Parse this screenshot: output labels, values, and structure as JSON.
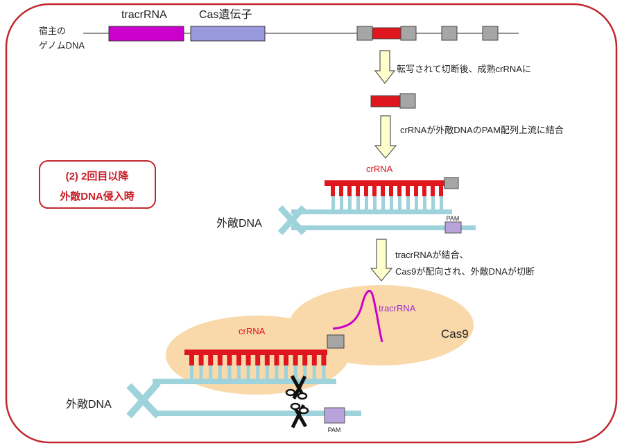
{
  "genome": {
    "label_line1": "宿主の",
    "label_line2": "ゲノムDNA",
    "tracr_label": "tracrRNA",
    "cas_label": "Cas遺伝子"
  },
  "steps": {
    "step1": "転写されて切断後、成熟crRNAに",
    "step2": "crRNAが外敵DNAのPAM配列上流に結合",
    "step3_line1": "tracrRNAが結合、",
    "step3_line2": "Cas9が配向され、外敵DNAが切断"
  },
  "stage_box": {
    "line1": "(2) 2回目以降",
    "line2": "外敵DNA侵入時"
  },
  "middle": {
    "crrna": "crRNA",
    "dna": "外敵DNA",
    "pam": "PAM"
  },
  "bottom": {
    "crrna": "crRNA",
    "tracrrna": "tracrRNA",
    "cas9": "Cas9",
    "dna": "外敵DNA",
    "pam": "PAM"
  },
  "colors": {
    "frame": "#c0272d",
    "tracr_gene": "#cc00cc",
    "cas_gene": "#9999dd",
    "crrna_red": "#e0161e",
    "repeat_gray": "#a6a6a6",
    "dna_blue": "#9fd3dc",
    "pam_purple": "#b9a3dc",
    "cas9_body": "#f9d9a9",
    "arrow_fill": "#ffffcc"
  }
}
